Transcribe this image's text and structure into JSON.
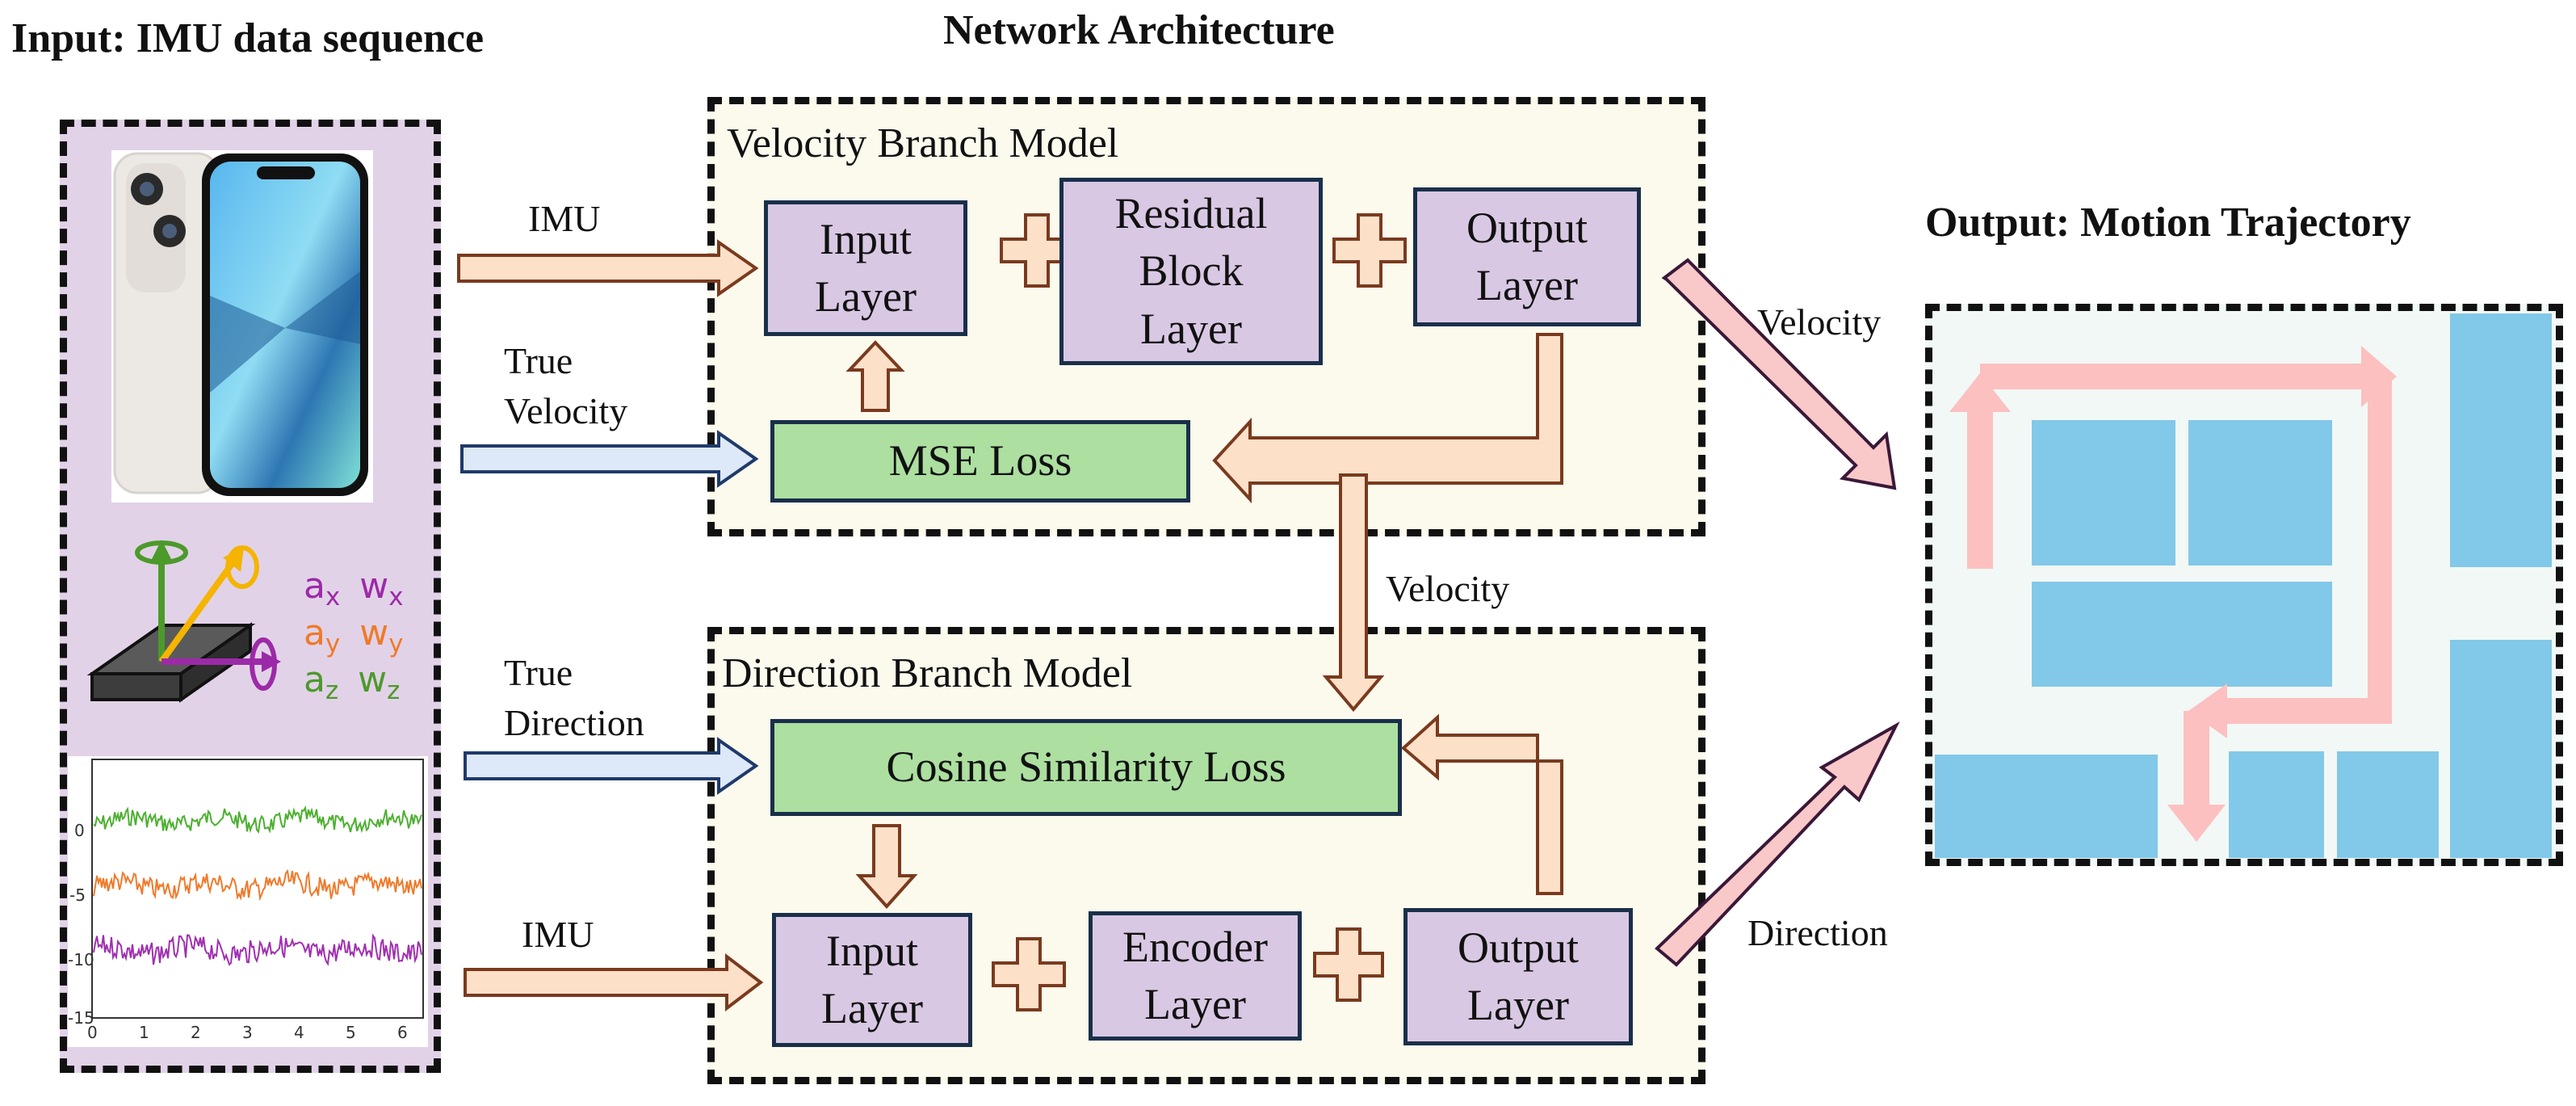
{
  "titles": {
    "input": "Input: IMU data sequence",
    "network": "Network Architecture",
    "output": "Output: Motion Trajectory"
  },
  "velocity_branch": {
    "title": "Velocity Branch Model",
    "input_layer": [
      "Input",
      "Layer"
    ],
    "residual_layer": [
      "Residual",
      "Block",
      "Layer"
    ],
    "output_layer": [
      "Output",
      "Layer"
    ],
    "loss": "MSE Loss"
  },
  "direction_branch": {
    "title": "Direction Branch Model",
    "input_layer": [
      "Input",
      "Layer"
    ],
    "encoder_layer": [
      "Encoder",
      "Layer"
    ],
    "output_layer": [
      "Output",
      "Layer"
    ],
    "loss": "Cosine Similarity Loss"
  },
  "arrow_labels": {
    "imu_top": "IMU",
    "true_velocity": [
      "True",
      "Velocity"
    ],
    "true_direction": [
      "True",
      "Direction"
    ],
    "imu_bottom": "IMU",
    "velocity_middle": "Velocity",
    "velocity_right": "Velocity",
    "direction_right": "Direction"
  },
  "imu_symbols": {
    "x": {
      "a": "a",
      "w": "w",
      "sub": "x",
      "color": "#9c2aa8"
    },
    "y": {
      "a": "a",
      "w": "w",
      "sub": "y",
      "color": "#ef7a2a"
    },
    "z": {
      "a": "a",
      "w": "w",
      "sub": "z",
      "color": "#4c9a2a"
    }
  },
  "signal_plot": {
    "y_ticks": [
      "0",
      "-5",
      "-10",
      "-15"
    ],
    "x_ticks": [
      "0",
      "1",
      "2",
      "3",
      "4",
      "5",
      "6"
    ],
    "series_colors": [
      "#4cb030",
      "#ef7a2a",
      "#a030b0"
    ]
  },
  "colors": {
    "panel_purple": "#e2d2e8",
    "frame_cream": "#fcfaed",
    "box_purple": "#d9c8e3",
    "box_green": "#acdfa0",
    "arrow_peach": "#fde0c8",
    "arrow_blue": "#dde8f8",
    "arrow_pink": "#f9c8c8",
    "map_blue": "#82c8e8",
    "map_bg": "#f2f8f5",
    "trajectory": "#fcc0c0"
  }
}
